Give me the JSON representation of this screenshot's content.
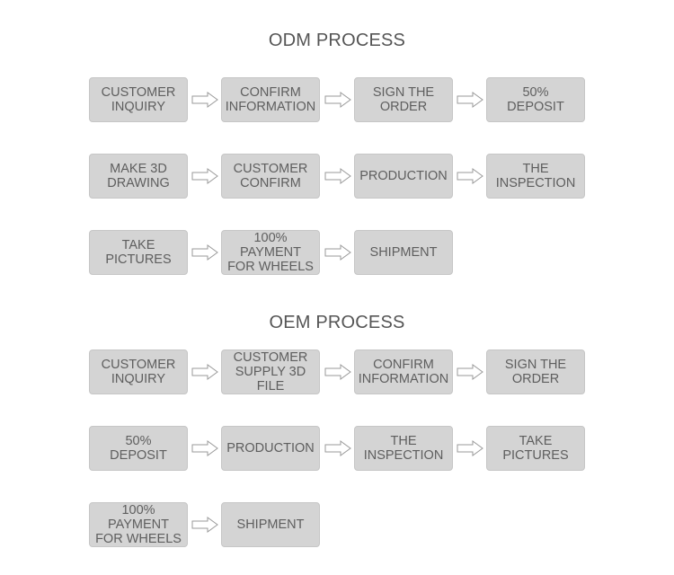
{
  "odm": {
    "title": "ODM PROCESS",
    "steps": [
      "CUSTOMER\nINQUIRY",
      "CONFIRM\nINFORMATION",
      "SIGN THE\nORDER",
      "50%\nDEPOSIT",
      "MAKE 3D\nDRAWING",
      "CUSTOMER\nCONFIRM",
      "PRODUCTION",
      "THE\nINSPECTION",
      "TAKE\nPICTURES",
      "100% PAYMENT\nFOR WHEELS",
      "SHIPMENT"
    ]
  },
  "oem": {
    "title": "OEM PROCESS",
    "steps": [
      "CUSTOMER\nINQUIRY",
      "CUSTOMER\nSUPPLY 3D FILE",
      "CONFIRM\nINFORMATION",
      "SIGN THE\nORDER",
      "50%\nDEPOSIT",
      "PRODUCTION",
      "THE\nINSPECTION",
      "TAKE\nPICTURES",
      "100% PAYMENT\nFOR WHEELS",
      "SHIPMENT"
    ]
  },
  "colors": {
    "box_fill": "#d4d4d4",
    "text": "#5e5e5e",
    "arrow_stroke": "#9a9a9a"
  },
  "icons": {
    "arrow": "right-outline-arrow-icon"
  }
}
